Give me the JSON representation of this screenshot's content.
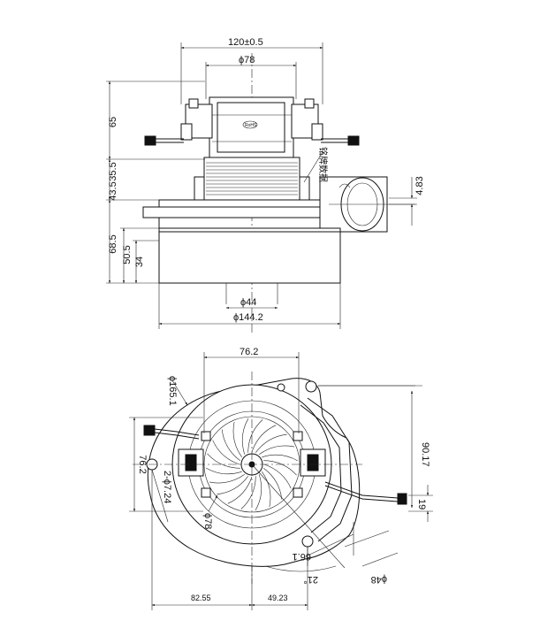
{
  "side_view": {
    "dim_top_width": "120±0.5",
    "dim_flange_dia": "ϕ78",
    "dim_height_top": "65",
    "dim_h_35_5": "35.5",
    "dim_h_43_5": "43.5",
    "dim_h_68_5": "68.5",
    "dim_h_50_5": "50.5",
    "dim_h_34": "34",
    "dim_port_offset": "4.83",
    "dim_inlet_dia": "ϕ44",
    "dim_base_dia": "ϕ144.2",
    "rohs_mark": "RoHS",
    "nameplate_text": "铭牌数据"
  },
  "bottom_view": {
    "dim_outer_dia": "ϕ165.1",
    "dim_width_top": "76.2",
    "dim_height_left": "76.2",
    "dim_holes": "2-ϕ7.24",
    "dim_ring_dia": "ϕ78",
    "dim_right": "90.17",
    "dim_19": "19",
    "dim_66_1": "66.1",
    "dim_angle": "21°",
    "dim_outlet_dia": "ϕ48",
    "dim_bottom_left": "82.55",
    "dim_bottom_right": "49.23"
  }
}
